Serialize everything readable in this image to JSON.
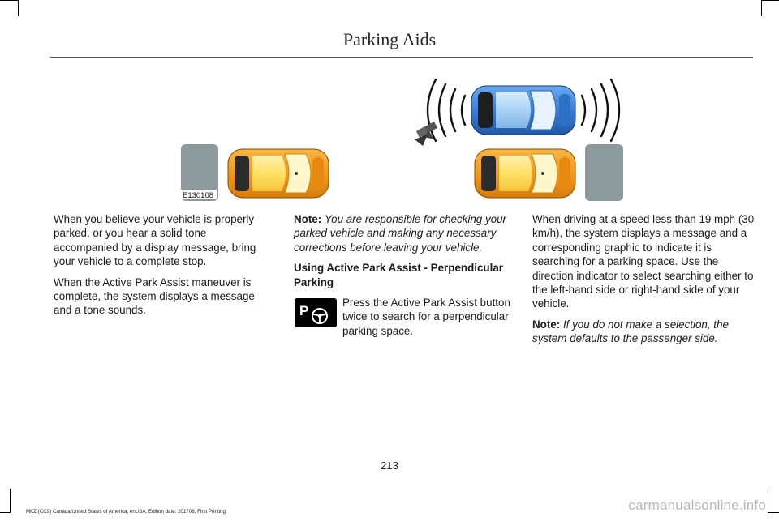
{
  "header": {
    "title": "Parking Aids"
  },
  "figure": {
    "code": "E130108"
  },
  "columns": {
    "left": {
      "p1": "When you believe your vehicle is properly parked, or you hear a solid tone accompanied by a display message, bring your vehicle to a complete stop.",
      "p2": "When the Active Park Assist maneuver is complete, the system displays a message and a tone sounds."
    },
    "middle": {
      "note_label": "Note:",
      "note_text": "You are responsible for checking your parked vehicle and making any necessary corrections before leaving your vehicle.",
      "subhead": "Using Active Park Assist - Perpendicular Parking",
      "button_text": "Press the Active Park Assist button twice to search for a perpendicular parking space.",
      "button_icon": "active-park-assist-icon"
    },
    "right": {
      "p1": "When driving at a speed less than 19 mph (30 km/h), the system displays a message and a corresponding graphic to indicate it is searching for a parking space. Use the direction indicator to select searching either to the left-hand side or right-hand side of your vehicle.",
      "note_label": "Note:",
      "note_text": "If you do not make a selection, the system defaults to the passenger side."
    }
  },
  "page_number": "213",
  "footer": {
    "text": "MKZ (CC9) Canada/United States of America, enUSA, Edition date: 201706, First Printing"
  },
  "watermark": {
    "text": "carmanualsonline.info"
  },
  "colors": {
    "parked_car": "#f29a1c",
    "moving_car": "#3a7fd6",
    "curb": "#8c9a9e"
  }
}
